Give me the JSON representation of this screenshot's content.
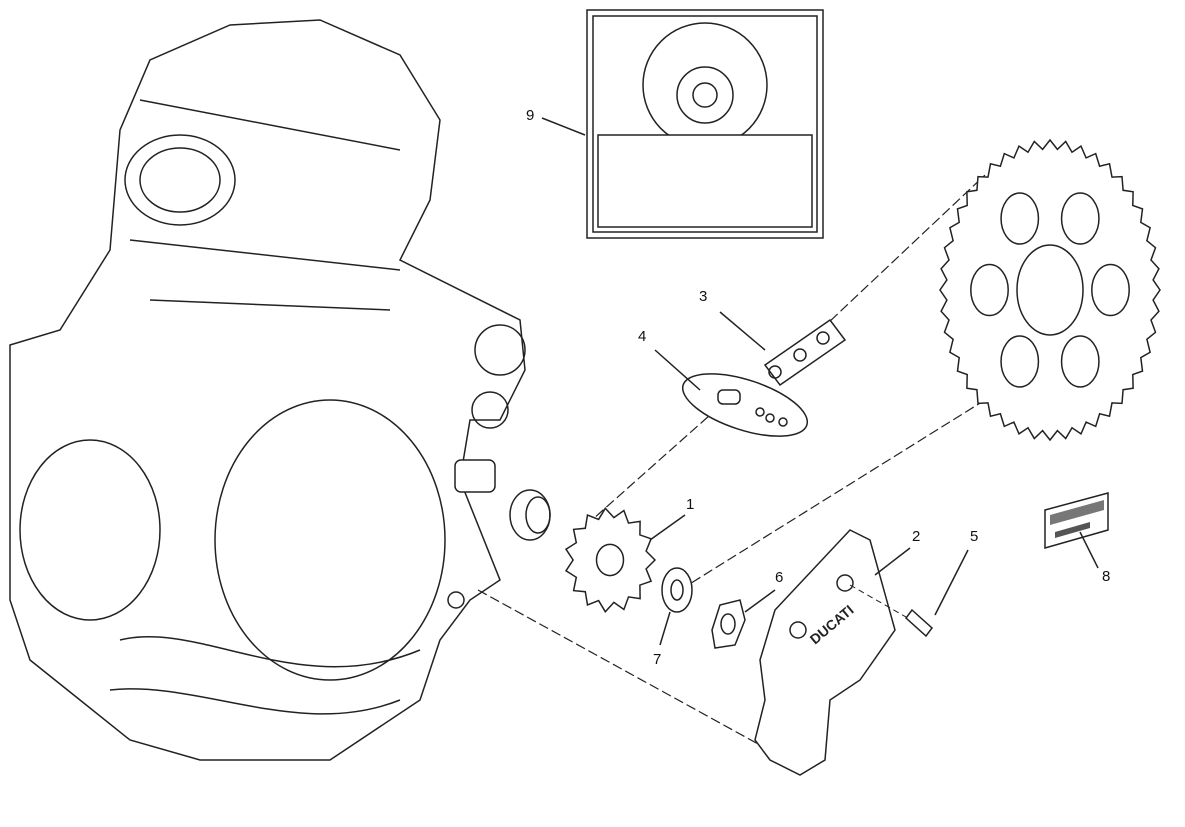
{
  "diagram": {
    "callouts": [
      {
        "id": "1",
        "label": "1"
      },
      {
        "id": "2",
        "label": "2"
      },
      {
        "id": "3",
        "label": "3"
      },
      {
        "id": "4",
        "label": "4"
      },
      {
        "id": "5",
        "label": "5"
      },
      {
        "id": "6",
        "label": "6"
      },
      {
        "id": "7",
        "label": "7"
      },
      {
        "id": "8",
        "label": "8"
      },
      {
        "id": "9",
        "label": "9"
      }
    ],
    "cover_logo": "DUCATI",
    "line_color": "#222222"
  }
}
